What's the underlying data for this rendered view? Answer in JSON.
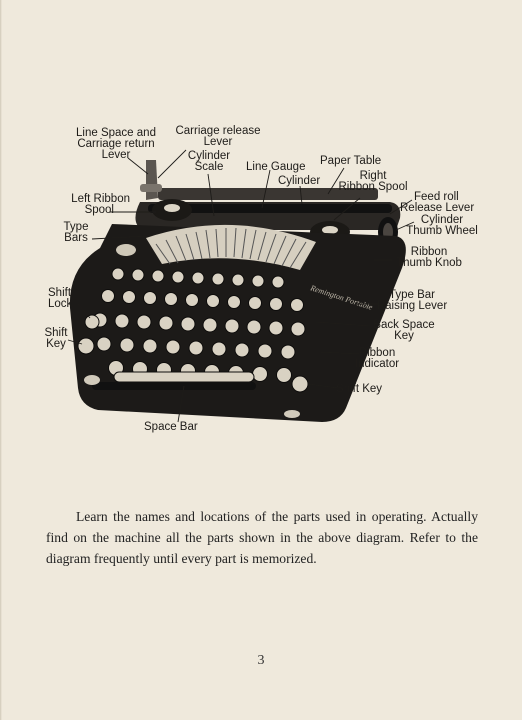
{
  "diagram": {
    "labels": {
      "line_space_lever": [
        "Line Space and",
        "Carriage return",
        "Lever"
      ],
      "carriage_release_lever": [
        "Carriage release",
        "Lever"
      ],
      "cylinder_scale": [
        "Cylinder",
        "Scale"
      ],
      "line_gauge": "Line Gauge",
      "paper_table": "Paper Table",
      "cylinder": "Cylinder",
      "right_ribbon_spool": [
        "Right",
        "Ribbon Spool"
      ],
      "feed_roll_release_lever": [
        "Feed roll",
        "Release Lever"
      ],
      "cylinder_thumb_wheel": [
        "Cylinder",
        "Thumb Wheel"
      ],
      "left_ribbon_spool": [
        "Left Ribbon",
        "Spool"
      ],
      "type_bars": [
        "Type",
        "Bars"
      ],
      "ribbon_thumb_knob": [
        "Ribbon",
        "Thumb Knob"
      ],
      "shift_lock": [
        "Shift",
        "Lock"
      ],
      "type_bar_raising_lever": [
        "Type Bar",
        "Raising Lever"
      ],
      "shift_key_left": [
        "Shift",
        "Key"
      ],
      "back_space_key": [
        "Back Space",
        "Key"
      ],
      "ribbon_indicator": [
        "Ribbon",
        "Indicator"
      ],
      "shift_key_right": "Shift Key",
      "space_bar": "Space Bar"
    },
    "brand_plate": "Remington Portable"
  },
  "body_text": "Learn the names and locations of the parts used in operating. Actually find on the machine all the parts shown in the above diagram. Refer to the diagram frequently until every part is memorized.",
  "page_number": "3"
}
